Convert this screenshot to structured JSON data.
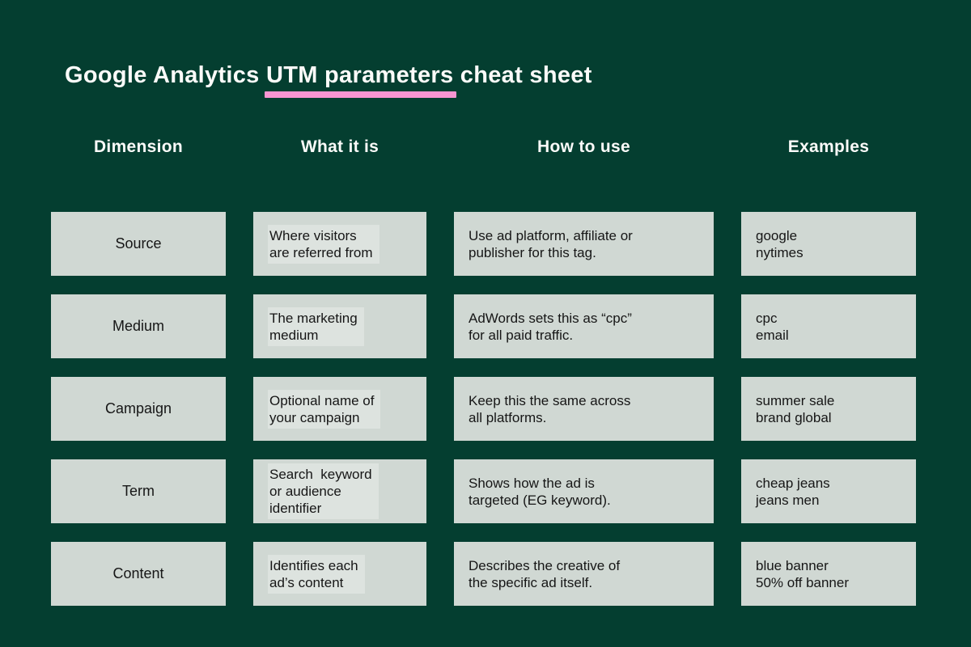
{
  "title": {
    "prefix": "Google Analytics ",
    "highlight": "UTM parameters",
    "suffix": " cheat sheet"
  },
  "colors": {
    "background": "#043E30",
    "cell_background": "#D0D8D3",
    "cell_text_highlight": "#DDE3DF",
    "accent_pink_underline": "#F995D2",
    "heading_text": "#FBFBF9",
    "cell_text": "#161616"
  },
  "table": {
    "headers": [
      "Dimension",
      "What it is",
      "How to use",
      "Examples"
    ],
    "rows": [
      {
        "dimension": "Source",
        "what_it_is": "Where visitors\nare referred from",
        "how_to_use": "Use ad platform, affiliate or\npublisher for this tag.",
        "examples": "google\nnytimes"
      },
      {
        "dimension": "Medium",
        "what_it_is": "The marketing\nmedium",
        "how_to_use": "AdWords sets this as “cpc”\nfor all paid traffic.",
        "examples": "cpc\nemail"
      },
      {
        "dimension": "Campaign",
        "what_it_is": "Optional name of\nyour campaign",
        "how_to_use": "Keep this the same across\nall platforms.",
        "examples": "summer sale\nbrand global"
      },
      {
        "dimension": "Term",
        "what_it_is": "Search  keyword\nor audience\nidentifier",
        "how_to_use": "Shows how the ad is\ntargeted (EG keyword).",
        "examples": "cheap jeans\njeans men"
      },
      {
        "dimension": "Content",
        "what_it_is": "Identifies each\nad’s content",
        "how_to_use": "Describes the creative of\nthe specific ad itself.",
        "examples": "blue banner\n50% off banner"
      }
    ]
  }
}
